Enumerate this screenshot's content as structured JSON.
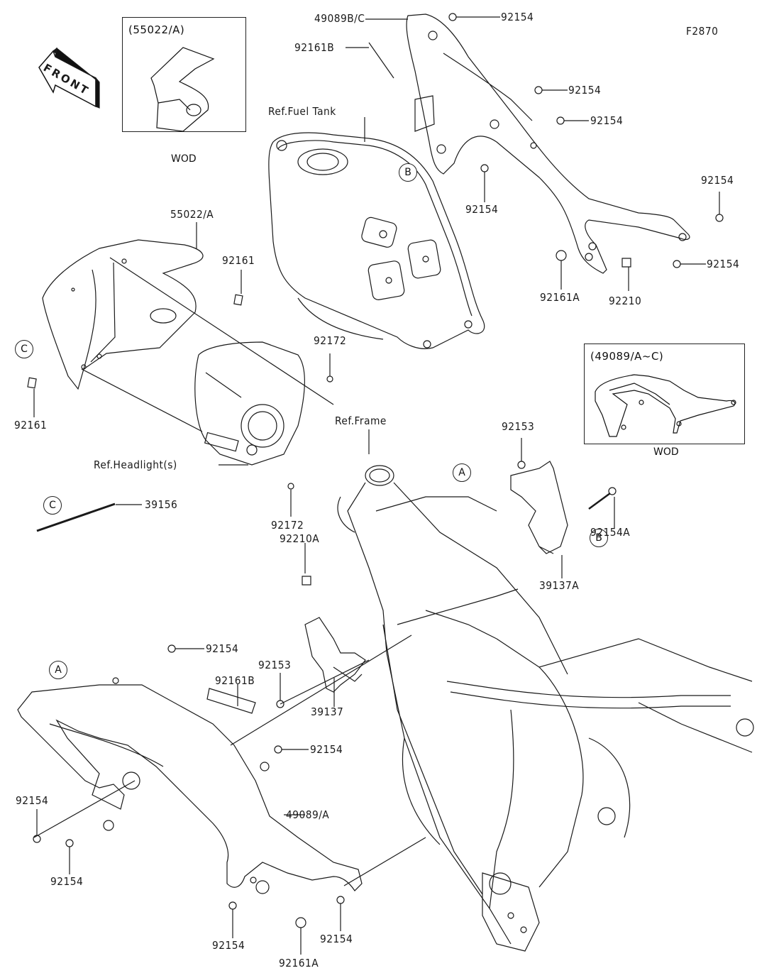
{
  "diagram": {
    "figure_id": "F2870",
    "front_indicator": "FRONT",
    "insets": [
      {
        "title": "(55022/A)",
        "note": "WOD"
      },
      {
        "title": "(49089/A~C)",
        "note": "WOD"
      }
    ],
    "reference_labels": {
      "fuel_tank": "Ref.Fuel Tank",
      "headlight": "Ref.Headlight(s)",
      "frame": "Ref.Frame"
    },
    "callouts": {
      "A": "A",
      "B": "B",
      "C": "C"
    },
    "part_labels": [
      "49089B/C",
      "92154",
      "92161B",
      "92154",
      "92154",
      "92154",
      "92154",
      "92154",
      "92161A",
      "92210",
      "55022/A",
      "92161",
      "92172",
      "92161",
      "92172",
      "39156",
      "92210A",
      "92153",
      "92154A",
      "39137A",
      "92154",
      "92153",
      "92161B",
      "39137",
      "92154",
      "49089/A",
      "92154",
      "92154",
      "92154",
      "92154",
      "92161A"
    ]
  }
}
